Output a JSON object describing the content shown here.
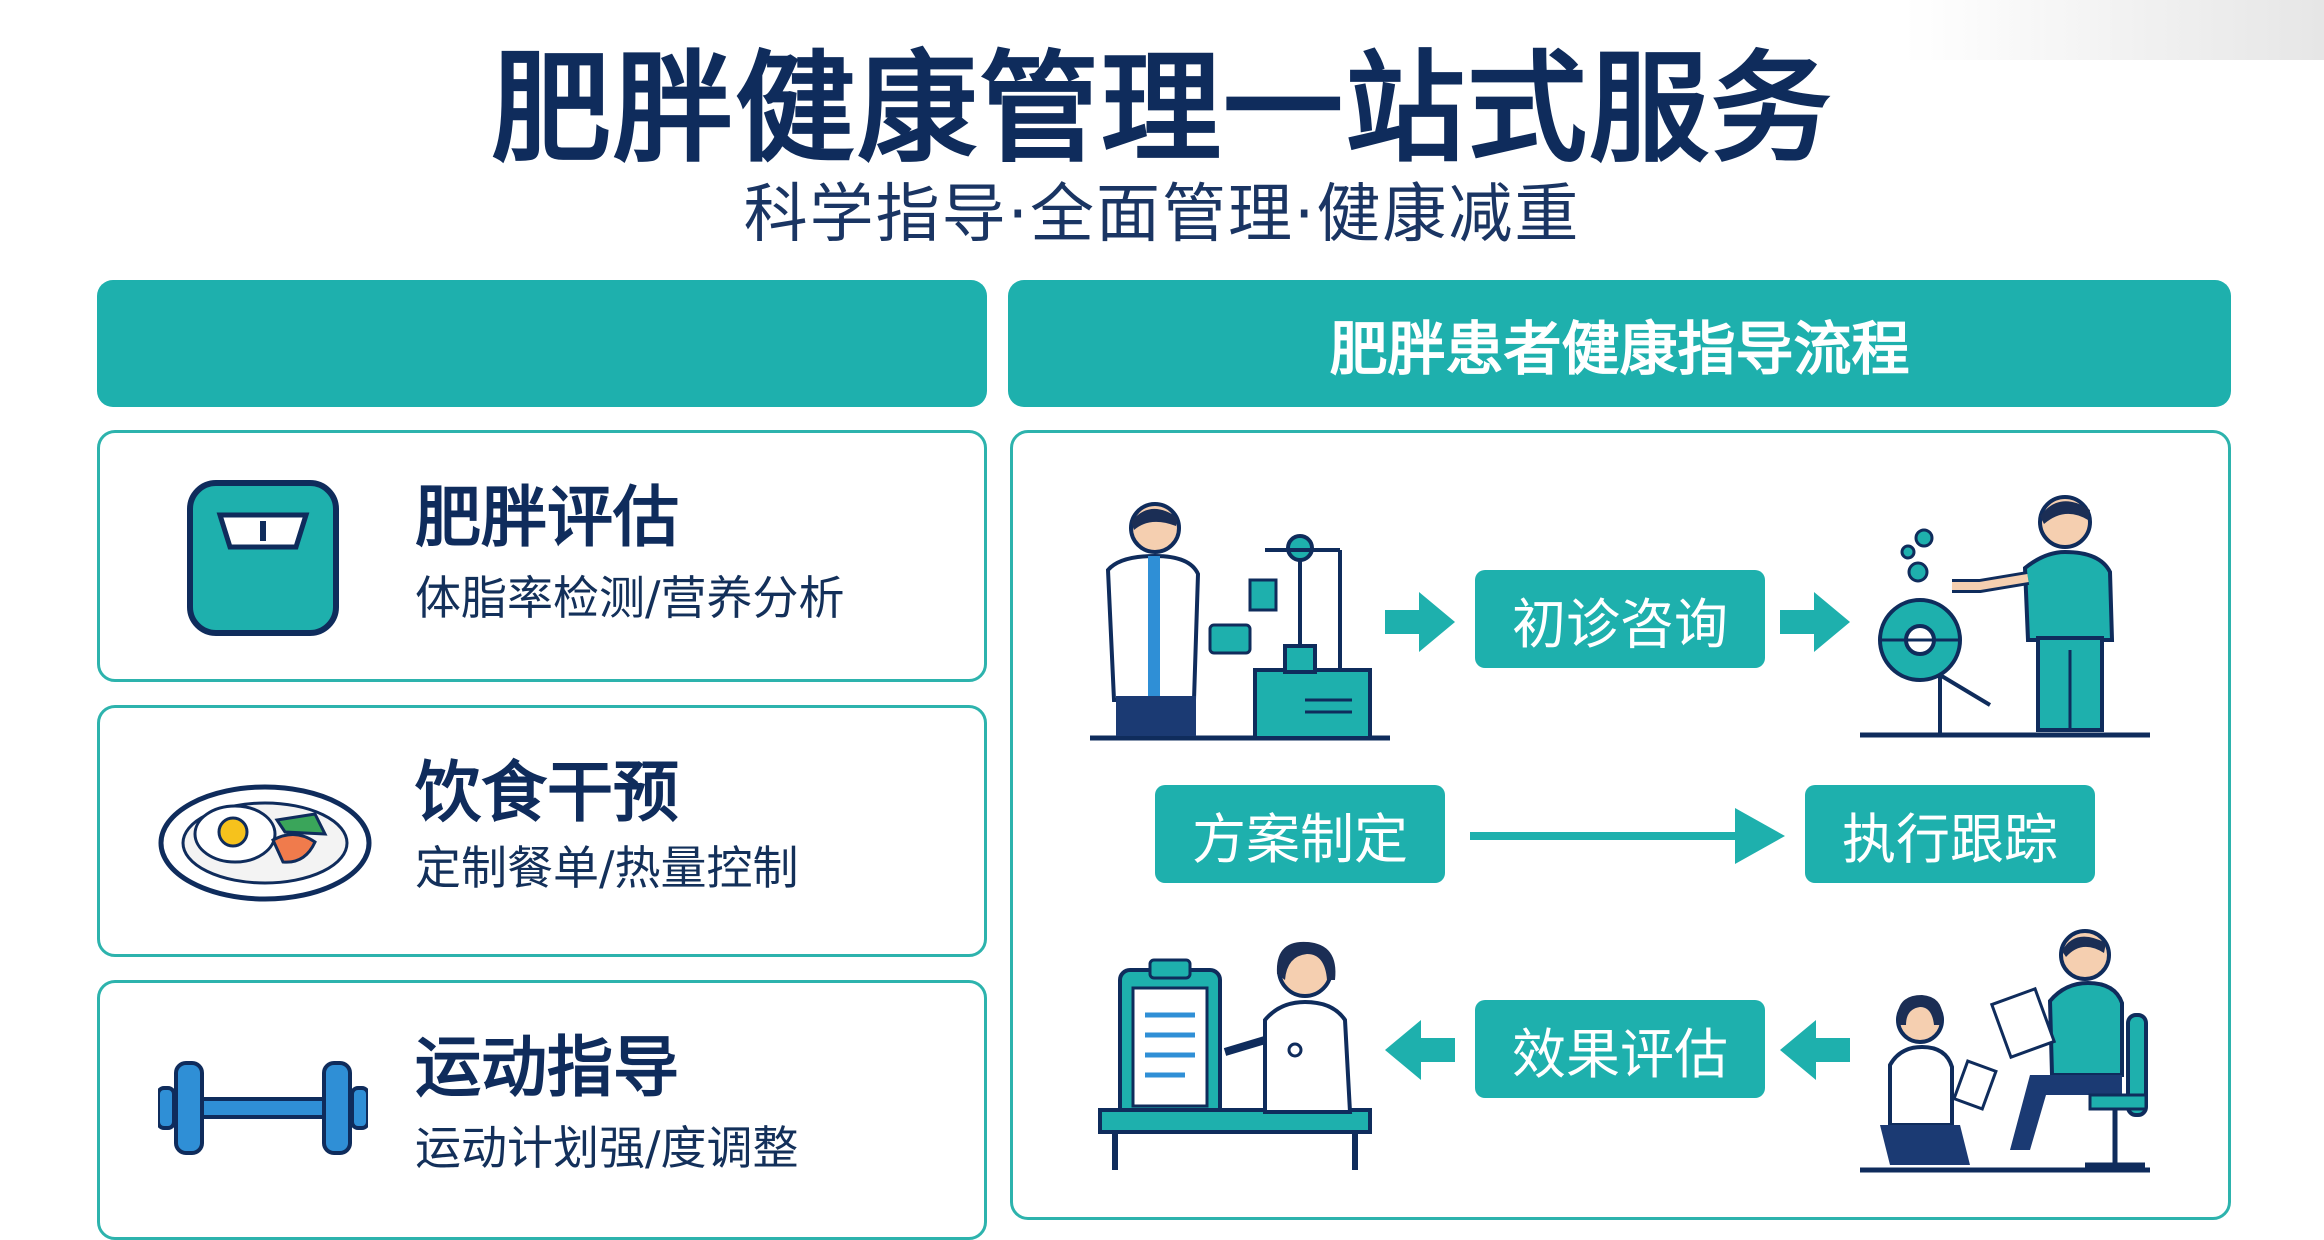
{
  "page": {
    "title": "肥胖健康管理一站式服务",
    "subtitle": "科学指导·全面管理·健康减重"
  },
  "left_header": {
    "label": ""
  },
  "right_header": {
    "label": "肥胖患者健康指导流程"
  },
  "services": [
    {
      "title": "肥胖评估",
      "desc": "体脂率检测/营养分析",
      "icon": "scale-icon"
    },
    {
      "title": "饮食干预",
      "desc": "定制餐单/热量控制",
      "icon": "meal-plate-icon"
    },
    {
      "title": "运动指导",
      "desc": "运动计划强/度调整",
      "icon": "dumbbell-icon"
    }
  ],
  "flow": {
    "step1": "初诊咨询",
    "step2": "方案制定",
    "step3": "执行跟踪",
    "step4": "效果评估"
  },
  "colors": {
    "teal": "#1eb0ad",
    "navy": "#0f2c5c",
    "blue_icon": "#2f8fd6"
  }
}
